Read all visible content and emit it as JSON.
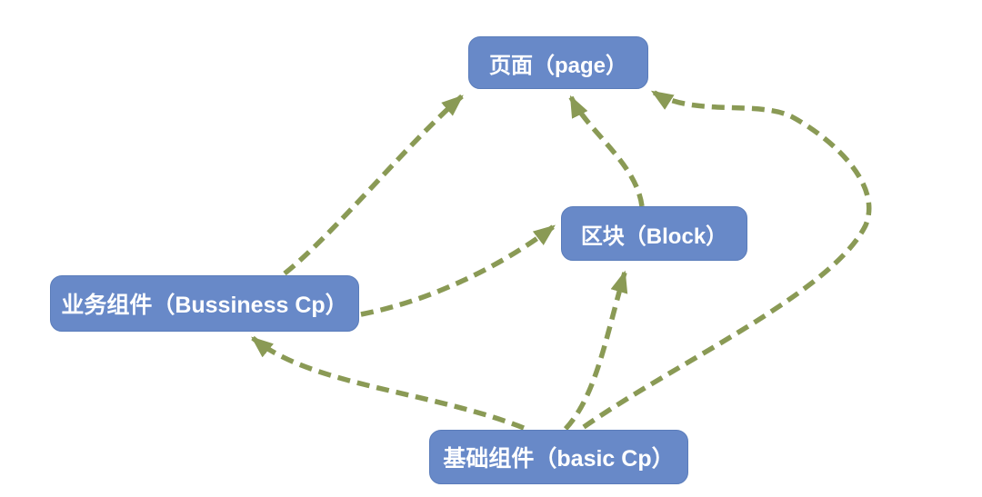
{
  "diagram": {
    "colors": {
      "node_fill": "#6889c8",
      "node_text": "#ffffff",
      "arrow": "#8a9a55",
      "background": "#ffffff"
    },
    "nodes": [
      {
        "id": "page",
        "label": "页面（page）"
      },
      {
        "id": "block",
        "label": "区块（Block）"
      },
      {
        "id": "business-component",
        "label": "业务组件（Bussiness Cp）"
      },
      {
        "id": "basic-component",
        "label": "基础组件（basic Cp）"
      }
    ],
    "edges": [
      {
        "from": "business-component",
        "to": "page",
        "style": "dashed-arrow"
      },
      {
        "from": "block",
        "to": "page",
        "style": "dashed-arrow"
      },
      {
        "from": "basic-component",
        "to": "page",
        "style": "dashed-arrow"
      },
      {
        "from": "business-component",
        "to": "block",
        "style": "dashed-arrow"
      },
      {
        "from": "basic-component",
        "to": "block",
        "style": "dashed-arrow"
      },
      {
        "from": "basic-component",
        "to": "business-component",
        "style": "dashed-arrow"
      }
    ]
  }
}
